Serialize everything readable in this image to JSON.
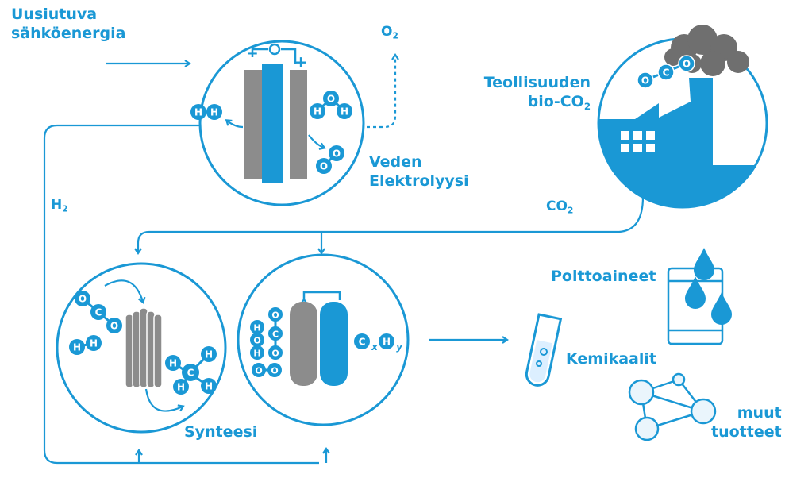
{
  "colors": {
    "blue": "#1a98d5",
    "gray": "#8c8c8c",
    "smoke": "#6f6f6f",
    "white": "#ffffff"
  },
  "labels": {
    "renewable_line1": "Uusiutuva",
    "renewable_line2": "sähköenergia",
    "oxygen": "O",
    "oxygen_sub": "2",
    "industry_line1": "Teollisuuden",
    "industry_line2": "bio-CO",
    "industry_sub": "2",
    "electrolysis_line1": "Veden",
    "electrolysis_line2": "Elektrolyysi",
    "hydrogen": "H",
    "hydrogen_sub": "2",
    "co2": "CO",
    "co2_sub": "2",
    "synthesis": "Synteesi",
    "fuels": "Polttoaineet",
    "chemicals": "Kemikaalit",
    "other_line1": "muut",
    "other_line2": "tuotteet",
    "formula_c": "C",
    "formula_x": "x",
    "formula_h": "H",
    "formula_y": "y"
  },
  "atoms": {
    "h": "H",
    "o": "O",
    "c": "C",
    "minus": "−",
    "plus": "+"
  }
}
